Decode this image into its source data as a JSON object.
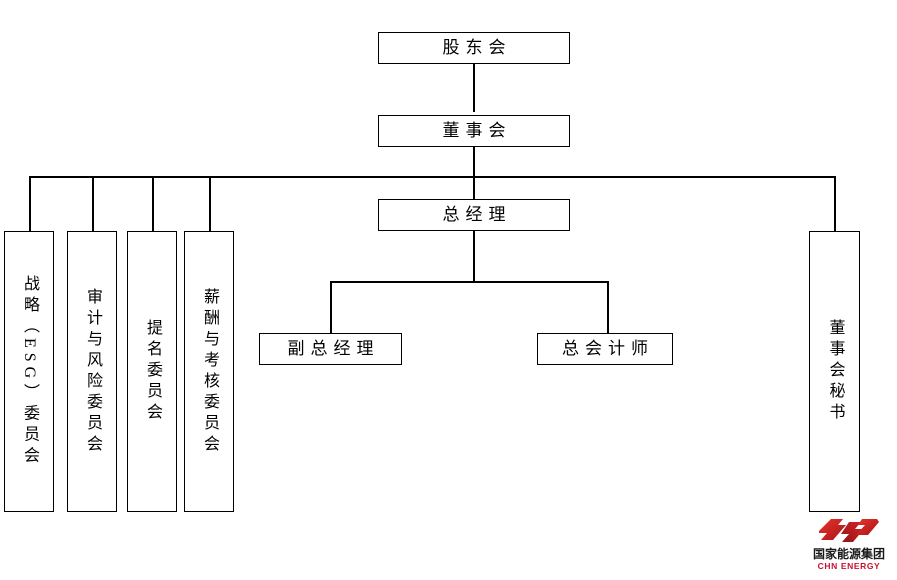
{
  "chart_data": {
    "type": "diagram",
    "title": "",
    "diagram_kind": "organizational-chart",
    "nodes": [
      {
        "id": "shareholders",
        "label": "股东会",
        "orientation": "horizontal"
      },
      {
        "id": "board",
        "label": "董事会",
        "orientation": "horizontal"
      },
      {
        "id": "general-manager",
        "label": "总经理",
        "orientation": "horizontal"
      },
      {
        "id": "deputy-general-manager",
        "label": "副总经理",
        "orientation": "horizontal"
      },
      {
        "id": "chief-accountant",
        "label": "总会计师",
        "orientation": "horizontal"
      },
      {
        "id": "strategy-esg-committee",
        "label": "战略（ESG）委员会",
        "orientation": "vertical"
      },
      {
        "id": "audit-risk-committee",
        "label": "审计与风险委员会",
        "orientation": "vertical"
      },
      {
        "id": "nomination-committee",
        "label": "提名委员会",
        "orientation": "vertical"
      },
      {
        "id": "remuneration-assessment-committee",
        "label": "薪酬与考核委员会",
        "orientation": "vertical"
      },
      {
        "id": "board-secretary",
        "label": "董事会秘书",
        "orientation": "vertical"
      }
    ],
    "edges": [
      {
        "from": "shareholders",
        "to": "board"
      },
      {
        "from": "board",
        "to": "general-manager"
      },
      {
        "from": "board",
        "to": "strategy-esg-committee"
      },
      {
        "from": "board",
        "to": "audit-risk-committee"
      },
      {
        "from": "board",
        "to": "nomination-committee"
      },
      {
        "from": "board",
        "to": "remuneration-assessment-committee"
      },
      {
        "from": "board",
        "to": "board-secretary"
      },
      {
        "from": "general-manager",
        "to": "deputy-general-manager"
      },
      {
        "from": "general-manager",
        "to": "chief-accountant"
      }
    ]
  },
  "nodes": {
    "shareholders": "股东会",
    "board": "董事会",
    "general_manager": "总经理",
    "deputy_general_manager": "副总经理",
    "chief_accountant": "总会计师",
    "strategy_esg_committee": "战略（ESG）委员会",
    "audit_risk_committee": "审计与风险委员会",
    "nomination_committee": "提名委员会",
    "remuneration_assessment_committee": "薪酬与考核委员会",
    "board_secretary": "董事会秘书"
  },
  "logo": {
    "company_cn": "国家能源集团",
    "company_en": "CHN ENERGY",
    "mark_color_primary": "#d8232a",
    "mark_color_secondary": "#8f1616",
    "text_color_en": "#c8102e",
    "text_color_cn": "#1a1a1a"
  }
}
